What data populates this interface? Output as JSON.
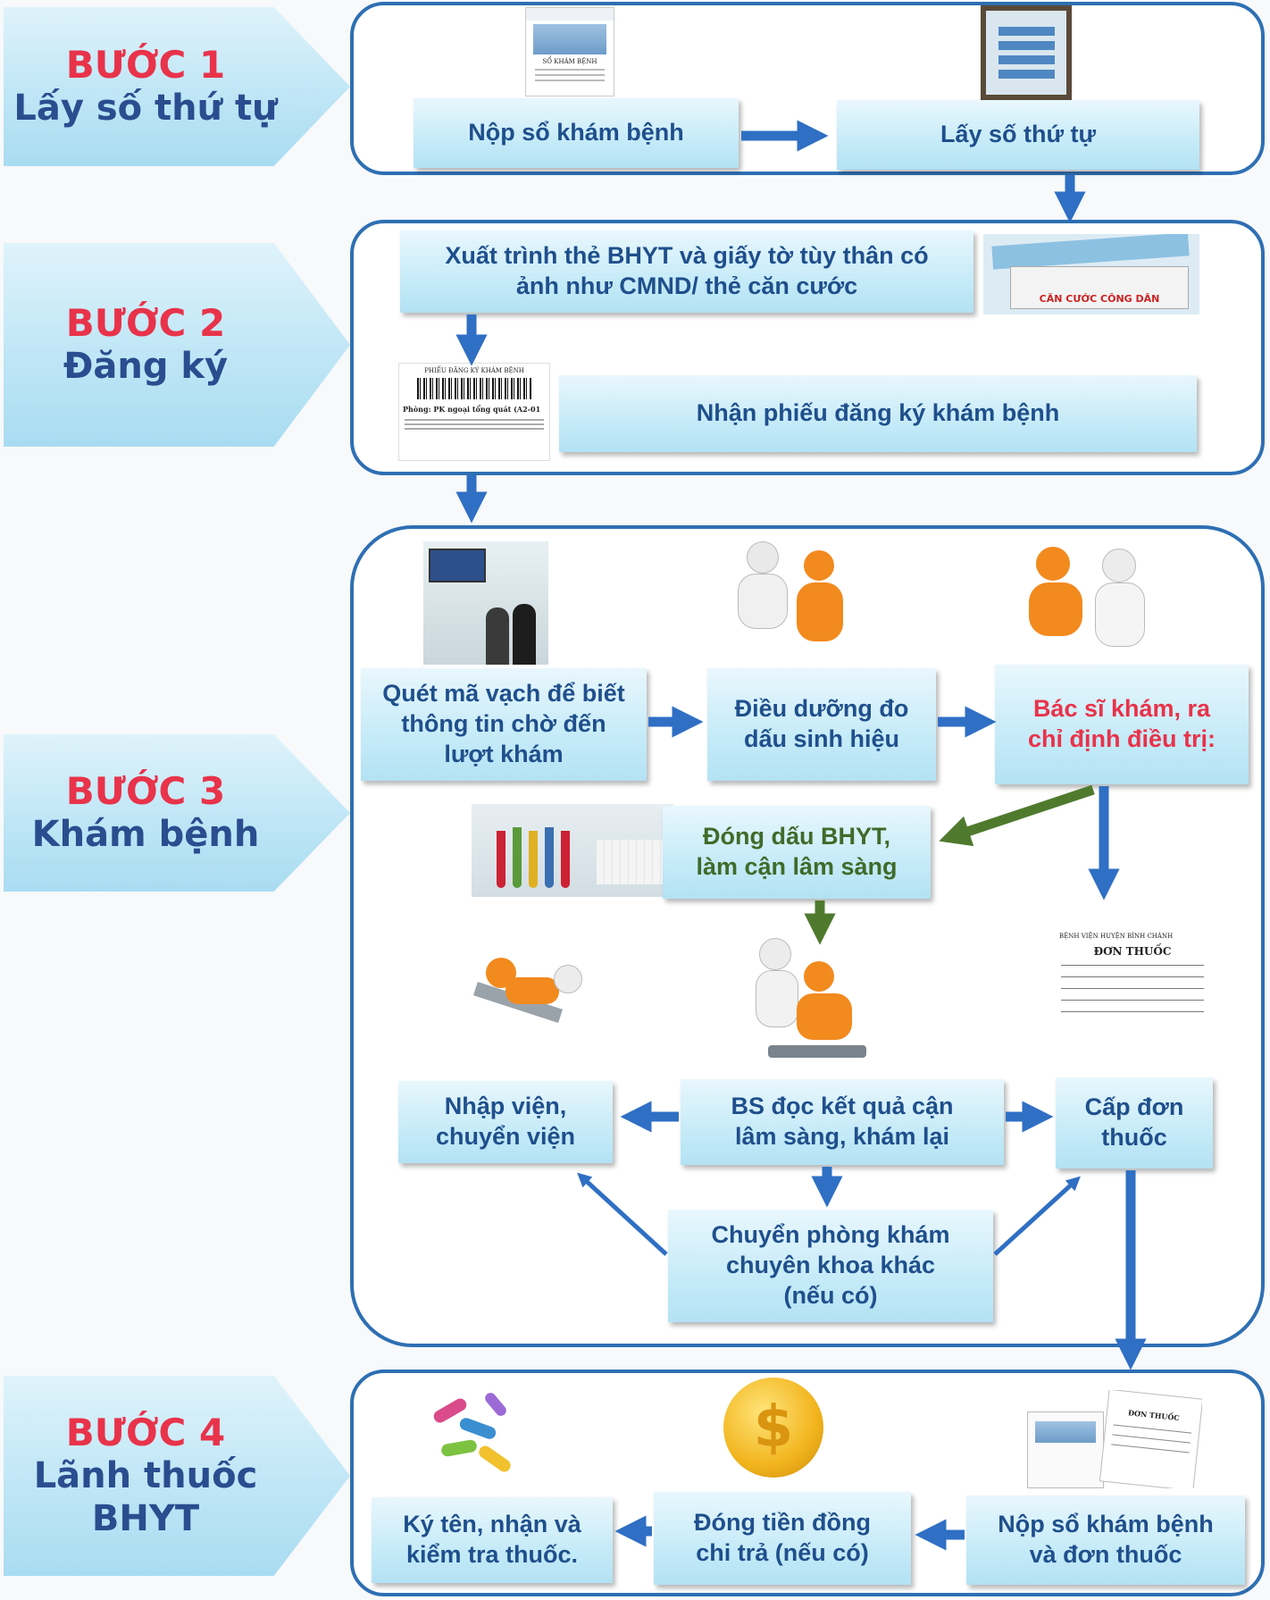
{
  "steps": [
    {
      "number": "BƯỚC 1",
      "name": "Lấy số thứ tự"
    },
    {
      "number": "BƯỚC 2",
      "name": "Đăng ký"
    },
    {
      "number": "BƯỚC 3",
      "name": "Khám bệnh"
    },
    {
      "number": "BƯỚC 4",
      "name_line1": "Lãnh thuốc",
      "name_line2": "BHYT"
    }
  ],
  "step1": {
    "submit_book": "Nộp sổ khám bệnh",
    "get_number": "Lấy số thứ tự",
    "book_cover_text": "SỔ KHÁM BỆNH"
  },
  "step2": {
    "present_card_line1": "Xuất trình thẻ BHYT và giấy tờ tùy thân có",
    "present_card_line2": "ảnh như CMND/ thẻ căn cước",
    "receive_form": "Nhận phiếu đăng ký khám bệnh",
    "id_card_text": "CĂN CƯỚC CÔNG DÂN",
    "form_title": "PHIẾU ĐĂNG KÝ KHÁM BỆNH",
    "form_room": "Phòng: PK ngoại tổng quát (A2-01"
  },
  "step3": {
    "scan_line1": "Quét mã vạch để biết",
    "scan_line2": "thông tin chờ đến",
    "scan_line3": "lượt khám",
    "nurse_line1": "Điều dưỡng đo",
    "nurse_line2": "dấu sinh hiệu",
    "doctor_line1": "Bác sĩ khám, ra",
    "doctor_line2": "chỉ định điều trị:",
    "stamp_line1": "Đóng dấu BHYT,",
    "stamp_line2": "làm cận lâm sàng",
    "admit_line1": "Nhập viện,",
    "admit_line2": "chuyển viện",
    "reread_line1": "BS đọc kết quả cận",
    "reread_line2": "lâm sàng, khám lại",
    "prescribe_line1": "Cấp đơn",
    "prescribe_line2": "thuốc",
    "transfer_line1": "Chuyển phòng khám",
    "transfer_line2": "chuyên khoa khác",
    "transfer_line3": "(nếu có)",
    "prescription_hospital": "BỆNH VIỆN HUYỆN BÌNH CHÁNH",
    "prescription_title": "ĐƠN THUỐC"
  },
  "step4": {
    "sign_line1": "Ký tên, nhận và",
    "sign_line2": "kiểm tra thuốc.",
    "pay_line1": "Đóng tiền đồng",
    "pay_line2": "chi trả (nếu có)",
    "submit_line1": "Nộp sổ khám bệnh",
    "submit_line2": "và đơn thuốc",
    "prescription_title": "ĐƠN THUỐC"
  },
  "colors": {
    "step_number": "#e8334a",
    "step_name": "#2a4d8f",
    "panel_border": "#2e6fb3",
    "box_text": "#1f4f8c",
    "arrow_blue": "#2f6fc4",
    "arrow_green": "#4f7a2e"
  }
}
